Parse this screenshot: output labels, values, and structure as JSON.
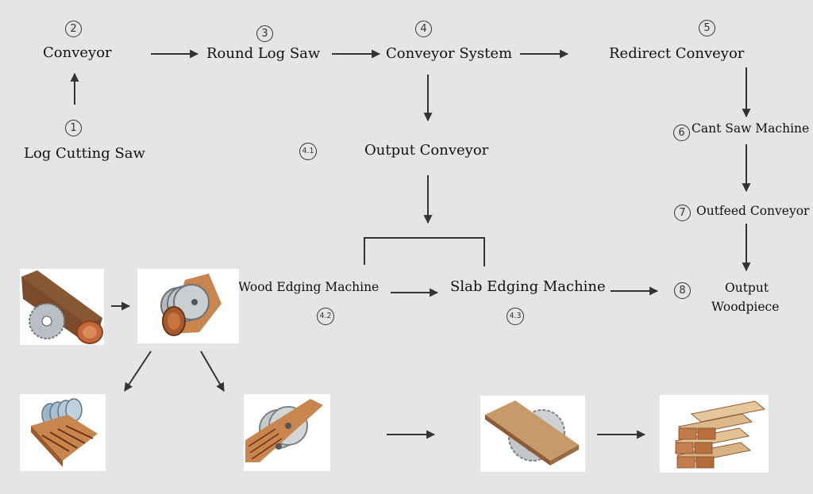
{
  "steps": {
    "log_cutting_saw": {
      "number": "1",
      "label": "Log Cutting Saw"
    },
    "conveyor": {
      "number": "2",
      "label": "Conveyor"
    },
    "round_log_saw": {
      "number": "3",
      "label": "Round Log Saw"
    },
    "conveyor_system": {
      "number": "4",
      "label": "Conveyor System"
    },
    "redirect_conveyor": {
      "number": "5",
      "label": "Redirect Conveyor"
    },
    "cant_saw_machine": {
      "number": "6",
      "label": "Cant Saw Machine"
    },
    "outfeed_conveyor": {
      "number": "7",
      "label": "Outfeed Conveyor"
    },
    "output_woodpiece": {
      "number": "8",
      "label_line1": "Output",
      "label_line2": "Woodpiece"
    },
    "output_conveyor": {
      "number": "4.1",
      "label": "Output Conveyor"
    },
    "wood_edging_machine": {
      "number": "4.2",
      "label": "Wood Edging Machine"
    },
    "slab_edging_machine": {
      "number": "4.3",
      "label": "Slab Edging Machine"
    }
  },
  "illustrations": [
    {
      "name": "circular-saw-cutting-log"
    },
    {
      "name": "multi-blade-saw-on-round-log"
    },
    {
      "name": "gang-saw-cutting-boards"
    },
    {
      "name": "double-saw-edging-log"
    },
    {
      "name": "slab-edging-saw-on-board"
    },
    {
      "name": "stacked-lumber-output"
    }
  ],
  "colors": {
    "background": "#e5e5e5",
    "arrow": "#333333",
    "wood": "#c8864e",
    "blade": "#a9b0b5"
  }
}
